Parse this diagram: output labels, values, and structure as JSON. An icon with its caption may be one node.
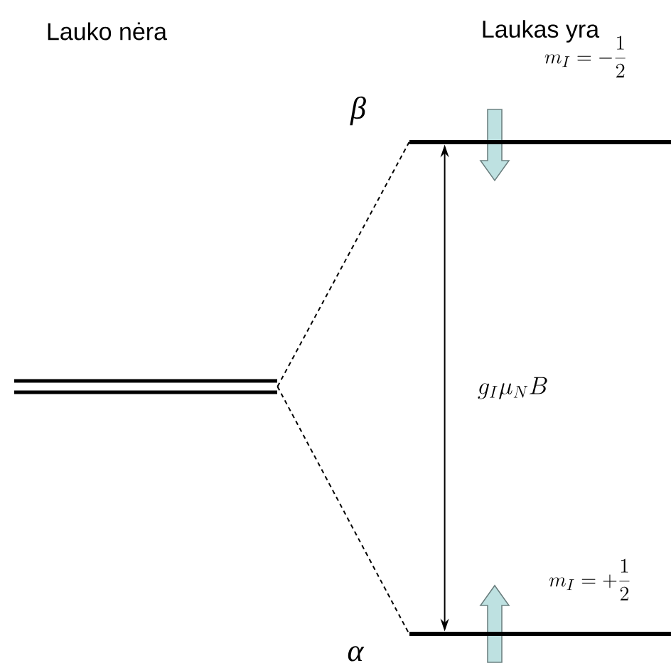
{
  "diagram": {
    "nodes": [
      {
        "text": [],
        "shape": "bar"
      },
      {
        "text": [],
        "shape": "bar",
        "beside": [
          "β"
        ]
      },
      {
        "text": [],
        "shape": "bar",
        "beside": [
          "α"
        ]
      }
    ],
    "edges": [
      {
        "from": 0,
        "to": 1,
        "arrow": "none",
        "style": "dashed"
      },
      {
        "from": 0,
        "to": 2,
        "arrow": "none",
        "style": "dashed"
      },
      {
        "from": 1,
        "to": 2,
        "arrow": "both",
        "label": "g_I \\mu_N B"
      }
    ],
    "labels": [
      "Lauko nėra",
      "Laukas yra",
      "m_I = -\\frac{1}{2}",
      "m_I = +\\frac{1}{2}"
    ]
  }
}
